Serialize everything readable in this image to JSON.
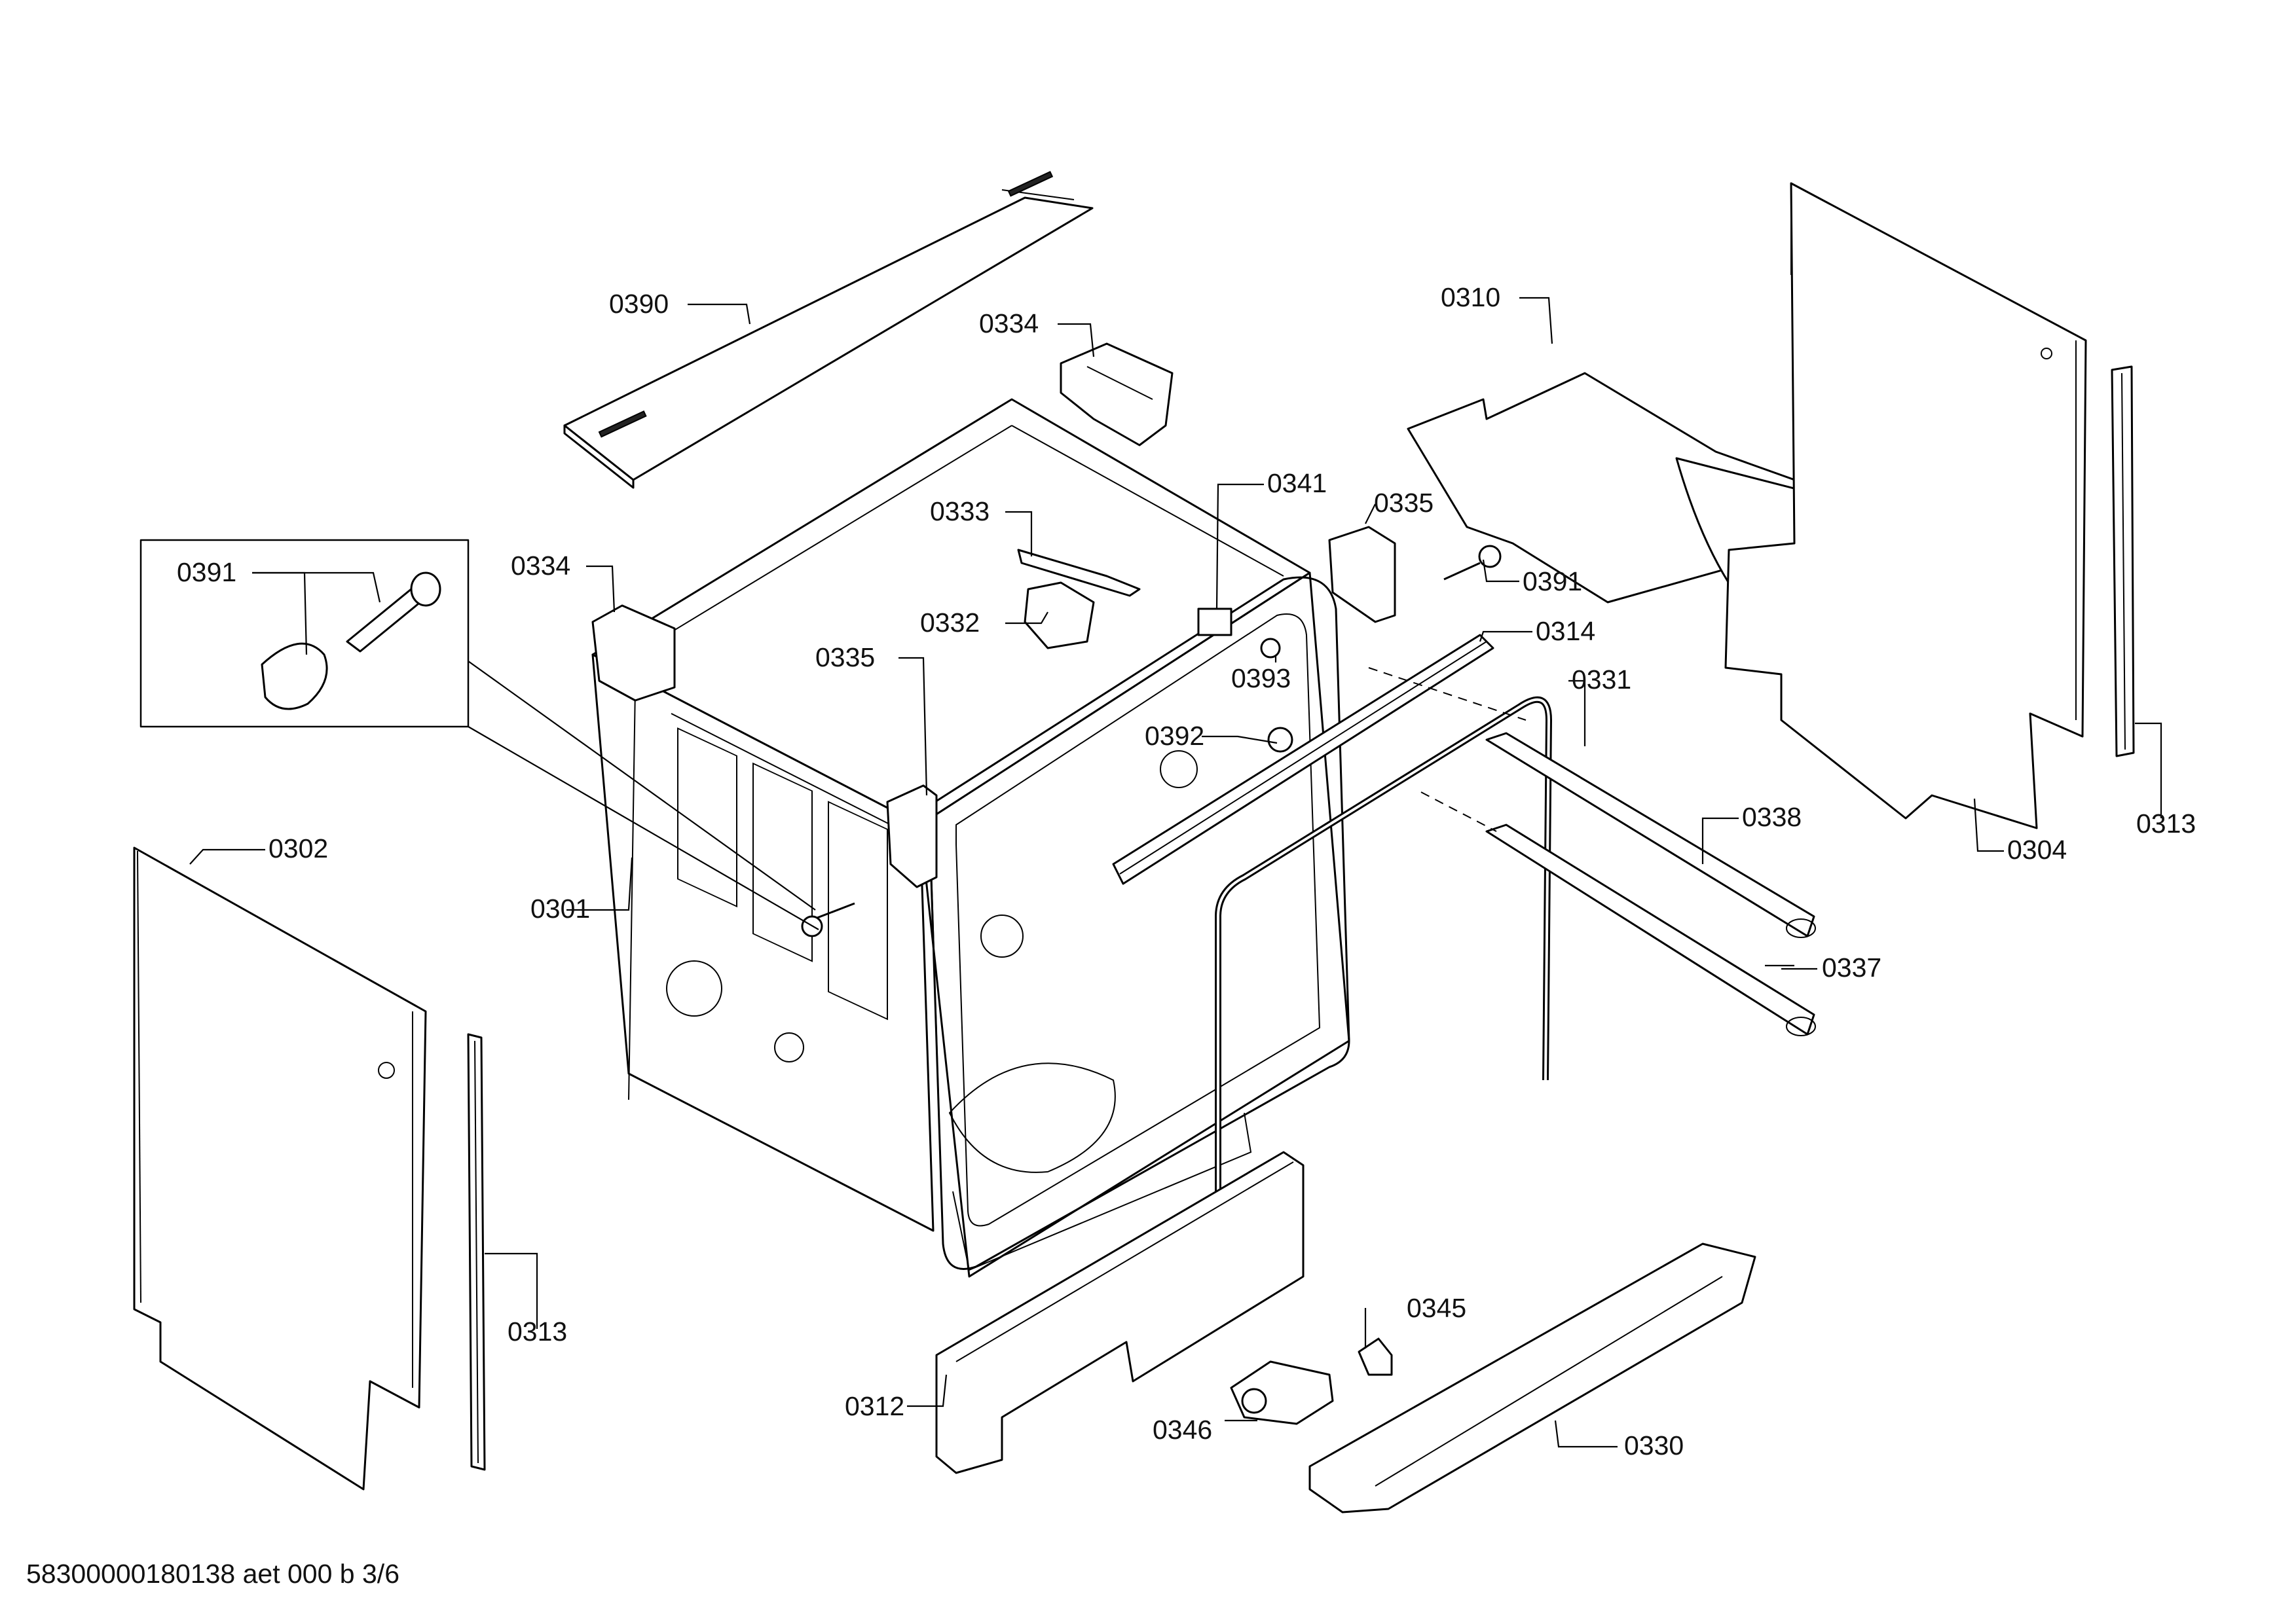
{
  "labels": {
    "p0390": "0390",
    "p0334a": "0334",
    "p0310": "0310",
    "p0391a": "0391",
    "p0334b": "0334",
    "p0333": "0333",
    "p0341": "0341",
    "p0335a": "0335",
    "p0391b": "0391",
    "p0332": "0332",
    "p0335b": "0335",
    "p0314": "0314",
    "p0393": "0393",
    "p0331": "0331",
    "p0392": "0392",
    "p0302": "0302",
    "p0338": "0338",
    "p0304": "0304",
    "p0313a": "0313",
    "p0301": "0301",
    "p0337": "0337",
    "p0313b": "0313",
    "p0345": "0345",
    "p0312": "0312",
    "p0346": "0346",
    "p0330": "0330"
  },
  "footer": "58300000180138 aet 000 b 3/6"
}
